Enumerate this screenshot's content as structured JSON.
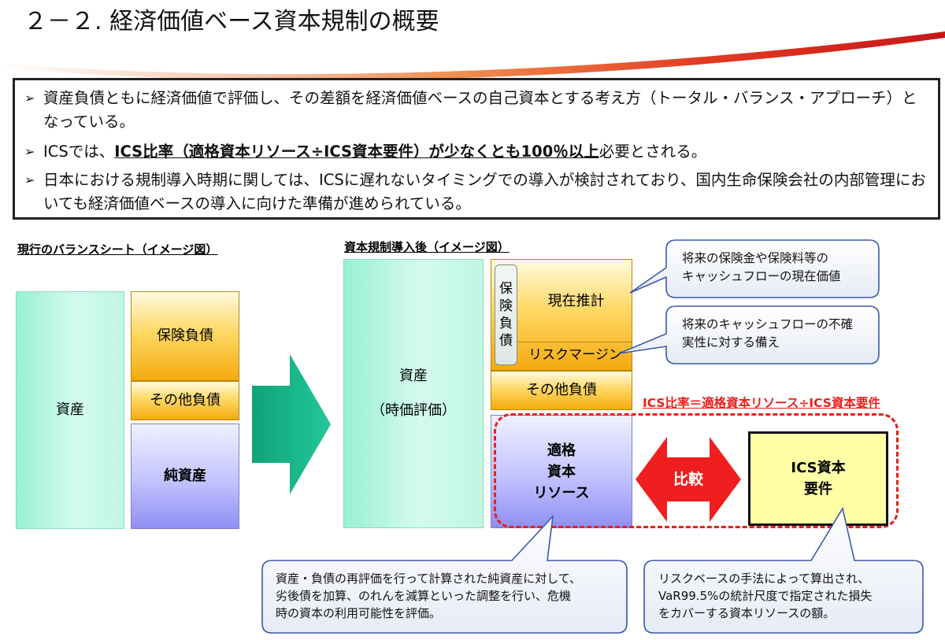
{
  "title": "２－２. 経済価値ベース資本規制の概要",
  "summary": {
    "bullet1": "資産負債ともに経済価値で評価し、その差額を経済価値ベースの自己資本とする考え方（トータル・バランス・アプローチ）となっている。",
    "bullet2_prefix": "ICSでは、",
    "bullet2_emphasis": "ICS比率（適格資本リソース÷ICS資本要件）が少なくとも100％以上",
    "bullet2_suffix": "必要とされる。",
    "bullet3": "日本における規制導入時期に関しては、ICSに遅れないタイミングでの導入が検討されており、国内生命保険会社の内部管理においても経済価値ベースの導入に向けた準備が進められている。"
  },
  "left_diagram": {
    "label": "現行のバランスシート（イメージ図）",
    "assets": "資産",
    "insurance_liabilities": "保険負債",
    "other_liabilities": "その他負債",
    "net_assets": "純資産"
  },
  "right_diagram": {
    "label": "資本規制導入後（イメージ図）",
    "assets_line1": "資産",
    "assets_line2": "（時価評価）",
    "insurance_liabilities_vertical": [
      "保",
      "険",
      "負",
      "債"
    ],
    "current_estimate": "現在推計",
    "risk_margin": "リスクマージン",
    "other_liabilities": "その他負債",
    "eligible_capital_lines": [
      "適格",
      "資本",
      "リソース"
    ],
    "compare": "比較",
    "ics_requirement_lines": [
      "ICS資本",
      "要件"
    ],
    "ics_ratio": "ICS比率＝適格資本リソース÷ICS資本要件"
  },
  "callouts": {
    "current_estimate_note": [
      "将来の保険金や保険料等の",
      "キャッシュフローの現在価値"
    ],
    "risk_margin_note": [
      "将来のキャッシュフローの不確",
      "実性に対する備え"
    ],
    "eligible_capital_note": [
      "資産・負債の再評価を行って計算された純資産に対して、",
      "劣後債を加算、のれんを減算といった調整を行い、危機",
      "時の資本の利用可能性を評価。"
    ],
    "ics_requirement_note": [
      "リスクベースの手法によって算出され、",
      "VaR99.5%の統計尺度で指定された損失",
      "をカバーする資本リソースの額。"
    ]
  },
  "colors": {
    "accent_red": "#e8201a",
    "mint": "#b6f6de",
    "orange": "#f9c234",
    "purple": "#b9b9ff",
    "arrow_green": "#17b98a",
    "callout_border": "#3b5aa8",
    "ics_yellow": "#ffffa8"
  }
}
